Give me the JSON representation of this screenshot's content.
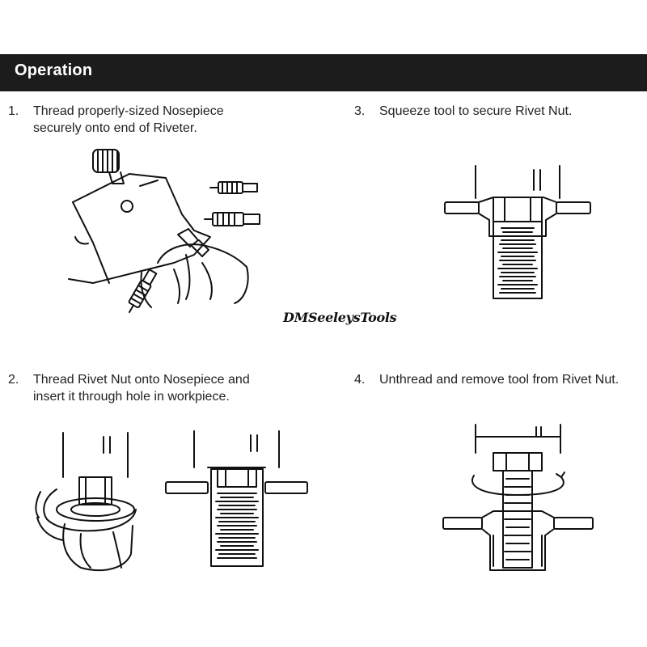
{
  "header": {
    "title": "Operation"
  },
  "steps": [
    {
      "number": "1.",
      "line1": "Thread properly-sized Nosepiece",
      "line2": "securely onto end of Riveter."
    },
    {
      "number": "2.",
      "line1": "Thread Rivet Nut onto Nosepiece and",
      "line2": "insert it through hole in workpiece."
    },
    {
      "number": "3.",
      "line1": "Squeeze tool to secure Rivet Nut.",
      "line2": ""
    },
    {
      "number": "4.",
      "line1": "Unthread and remove tool from Rivet Nut.",
      "line2": ""
    }
  ],
  "watermark": "DMSeeleysTools",
  "illustrations": {
    "step1": "riveter-nosepiece-illustration",
    "step2a": "hand-threading-rivet-nut-illustration",
    "step2b": "rivet-nut-in-workpiece-section-illustration",
    "step3": "squeezed-rivet-nut-section-illustration",
    "step4": "unthread-tool-section-illustration"
  }
}
